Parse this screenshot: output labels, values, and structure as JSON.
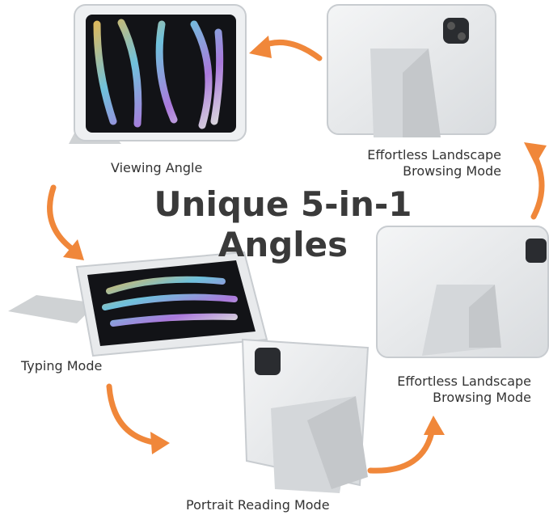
{
  "headline": {
    "line1": "Unique 5-in-1",
    "line2": "Angles"
  },
  "modes": [
    {
      "label": "Viewing Angle"
    },
    {
      "label_line1": "Effortless Landscape",
      "label_line2": "Browsing Mode"
    },
    {
      "label": "Typing Mode"
    },
    {
      "label_line1": "Effortless Landscape",
      "label_line2": "Browsing Mode"
    },
    {
      "label": "Portrait Reading Mode"
    }
  ],
  "colors": {
    "arrow": "#f0873a",
    "case_shell": "#e6e8ea",
    "stand": "#cfd2d4",
    "screen": "#121317"
  }
}
